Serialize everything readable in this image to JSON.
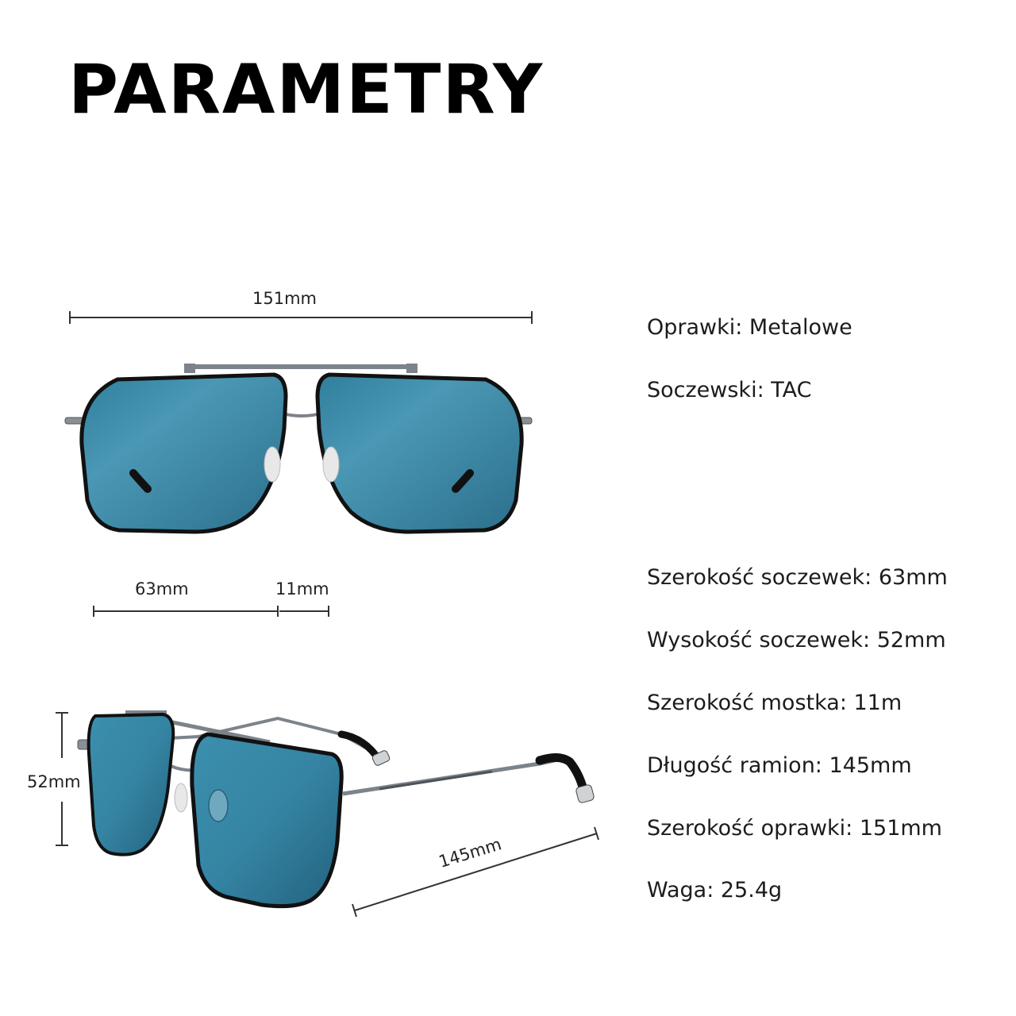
{
  "header": {
    "title": "PARAMETRY"
  },
  "dimensions": {
    "frame_width": "151mm",
    "lens_width": "63mm",
    "bridge_width": "11mm",
    "lens_height": "52mm",
    "temple_length": "145mm"
  },
  "specs": [
    "Oprawki: Metalowe",
    "Soczewski: TAC",
    "Szerokość soczewek: 63mm",
    "Wysokość soczewek: 52mm",
    "Szerokość mostka: 11m",
    "Długość ramion: 145mm",
    "Szerokość oprawki: 151mm",
    "Waga: 25.4g"
  ],
  "colors": {
    "lens": "#3b8aa8",
    "lens_dark": "#1f5d78",
    "frame": "#1b1f24",
    "metal": "#8a8f96"
  }
}
